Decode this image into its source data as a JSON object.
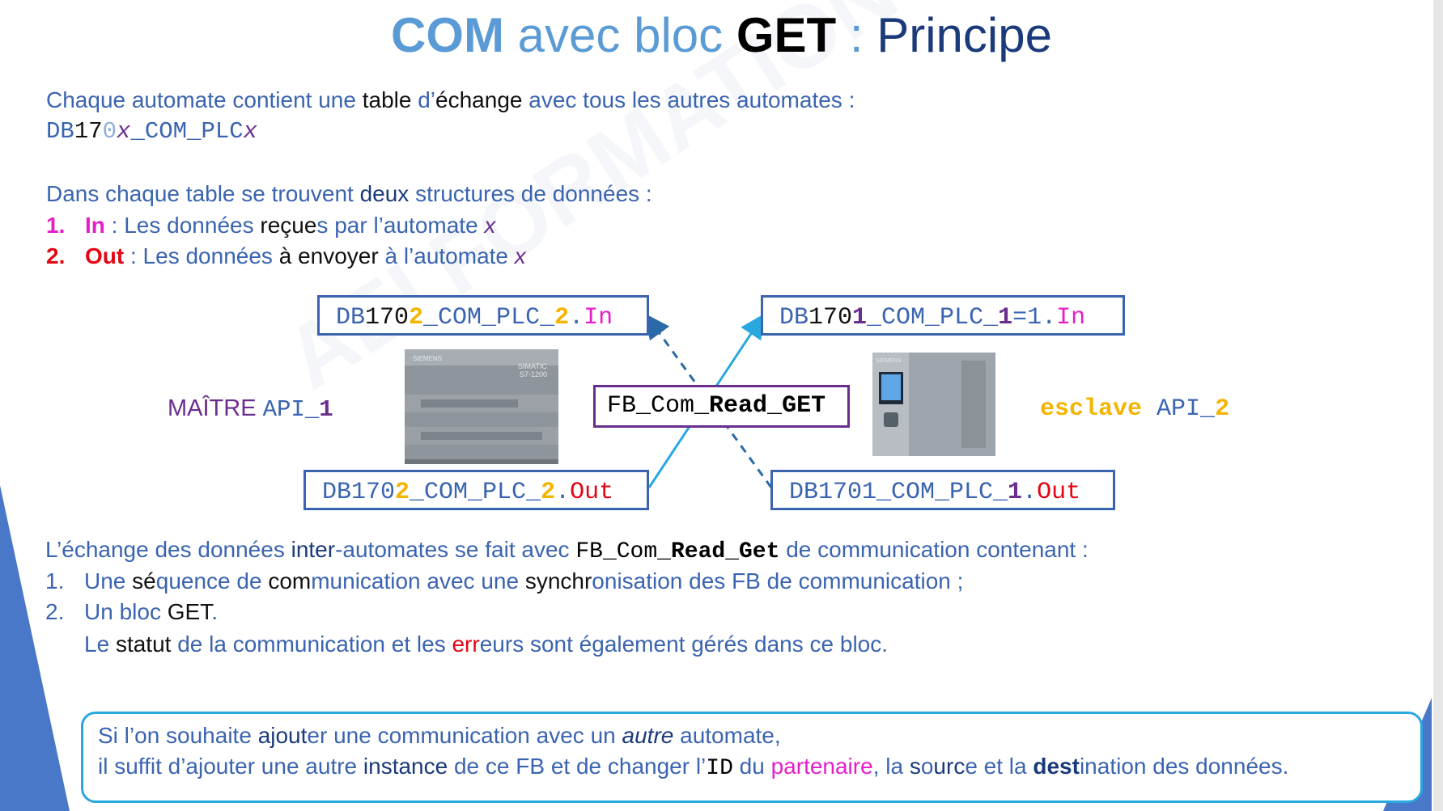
{
  "title": {
    "part1": "COM",
    "part2": " avec bloc ",
    "part3": "GET",
    "part4": " : ",
    "part5": "Principe"
  },
  "intro": {
    "line1_a": "Chaque automate contient une ",
    "line1_b": "table",
    "line1_c": " d’",
    "line1_d": "échange",
    "line1_e": " avec tous les autres automates :",
    "db_a": "DB",
    "db_b": "17",
    "db_c": "0",
    "db_d": "x",
    "db_e": "_COM_PLC",
    "db_f": "x"
  },
  "structures": {
    "heading_a": "Dans chaque table se trouvent ",
    "heading_b": "deux",
    "heading_c": " structures de données :",
    "items": [
      {
        "number": "1.",
        "name": "In",
        "text_a": " : Les données ",
        "text_b": "reçue",
        "text_c": "s",
        "text_d": " par l’automate ",
        "var": "x"
      },
      {
        "number": "2.",
        "name": "Out",
        "text_a": " : Les données ",
        "text_b": "à",
        "text_c": " ",
        "text_d": "envoyer",
        "text_e": " à l’automate ",
        "var": "x"
      }
    ]
  },
  "diagram": {
    "master_label": "MAÎTRE",
    "master_api_a": "API_",
    "master_api_b": "1",
    "slave_label": "esclave",
    "slave_api_a": "API_",
    "slave_api_b": "2",
    "box_tl": {
      "a": "DB",
      "b": "170",
      "c": "2",
      "d": "_COM_PLC_",
      "e": "2",
      "f": ".",
      "g": "In"
    },
    "box_tr": {
      "a": "DB",
      "b": "170",
      "c": "1",
      "d": "_COM_PLC_",
      "e": "1",
      "f": "=1.",
      "g": "In"
    },
    "box_bl": {
      "a": "DB170",
      "c": "2",
      "d": "_COM_PLC_",
      "e": "2",
      "f": ".",
      "g": "Out"
    },
    "box_br": {
      "a": "DB1701_COM_PLC_",
      "e": "1",
      "f": ".",
      "g": "Out"
    },
    "fb": {
      "a": "FB_Com_",
      "b": "Read",
      "c": "_",
      "d": "GET"
    },
    "plc1_brand": "SIEMENS",
    "plc1_model_a": "SIMATIC",
    "plc1_model_b": "S7-1200",
    "plc2_brand": "SIEMENS"
  },
  "exchange": {
    "line_a": "L’échange des données ",
    "line_b": "inter",
    "line_c": "-automates se fait avec ",
    "line_fb_a": "FB_Com_",
    "line_fb_b": "Read",
    "line_fb_c": "_",
    "line_fb_d": "Get",
    "line_d": " de communication contenant :",
    "item1_num": "1.",
    "item1_a": "Une ",
    "item1_b": "sé",
    "item1_c": "q",
    "item1_d": "uence de ",
    "item1_e": "com",
    "item1_f": "munication avec une ",
    "item1_g": "synchr",
    "item1_h": "onisation des FB de communication ;",
    "item2_num": "2.",
    "item2_a": "Un bloc ",
    "item2_b": "GET",
    "item2_c": ".",
    "item2_line2_a": "Le ",
    "item2_line2_b": "statut",
    "item2_line2_c": " de la communication et les ",
    "item2_line2_d": "err",
    "item2_line2_e": "eurs sont également gérés dans ce bloc."
  },
  "note": {
    "l1_a": "Si l’on souhaite ",
    "l1_b": "ajout",
    "l1_c": "er une communication avec un ",
    "l1_d": "autre",
    "l1_e": " automate,",
    "l2_a": "il suffit d’ajouter une autre ",
    "l2_b": "instance",
    "l2_c": " de ce FB et de changer l’",
    "l2_d": "ID",
    "l2_e": " du ",
    "l2_f": "partenaire",
    "l2_g": ", la ",
    "l2_h": "s",
    "l2_i": "o",
    "l2_j": "ur",
    "l2_k": "c",
    "l2_l": "e et la ",
    "l2_m": "dest",
    "l2_n": "ination des données."
  },
  "watermark": "AEI FORMATION OUEST",
  "colors": {
    "blue_text": "#3a64b0",
    "navy_title": "#1a3a7a",
    "purple": "#6a2e8e",
    "gold": "#f4b400",
    "magenta": "#e61ec8",
    "red": "#e30613",
    "arrow_cyan": "#29a8e0",
    "arrow_dashed": "#2a6aa8"
  }
}
